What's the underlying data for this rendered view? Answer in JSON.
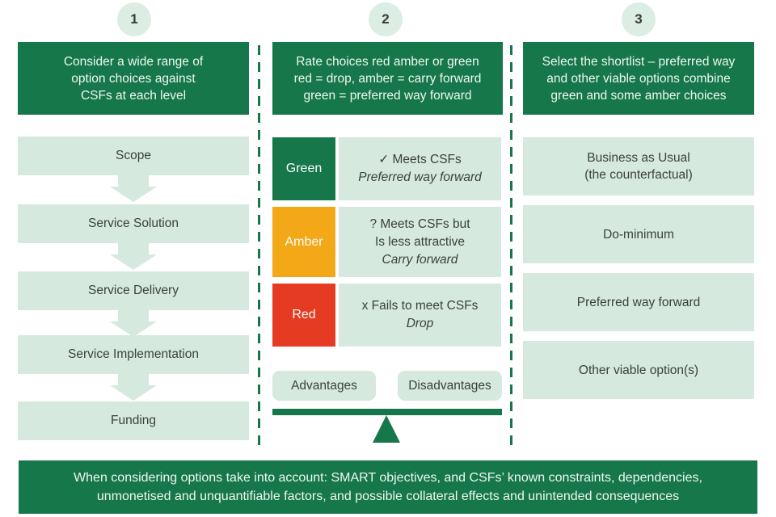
{
  "palette": {
    "dark_green": "#16774a",
    "light_green": "#d5e9de",
    "circle_green": "#dcede4",
    "amber": "#f3a817",
    "red": "#e63b23",
    "text_dark": "#3b403d",
    "text_light": "#eef7f1"
  },
  "steps": [
    {
      "number": "1",
      "header": "Consider a wide range of\noption choices against\nCSFs at each level"
    },
    {
      "number": "2",
      "header": "Rate choices red amber or green\nred = drop, amber = carry forward\ngreen = preferred way forward"
    },
    {
      "number": "3",
      "header": "Select the shortlist – preferred way\nand other viable options combine\ngreen and some amber choices"
    }
  ],
  "column1": {
    "items": [
      "Scope",
      "Service Solution",
      "Service Delivery",
      "Service Implementation",
      "Funding"
    ]
  },
  "column2": {
    "ratings": [
      {
        "label": "Green",
        "line1": "✓ Meets CSFs",
        "italic_line": "Preferred way forward"
      },
      {
        "label": "Amber",
        "line1": "? Meets CSFs but",
        "line2": "Is less attractive",
        "italic_line": "Carry forward"
      },
      {
        "label": "Red",
        "line1": "x Fails to meet CSFs",
        "italic_line": "Drop"
      }
    ],
    "advantages_label": "Advantages",
    "disadvantages_label": "Disadvantages"
  },
  "column3": {
    "items": [
      "Business as Usual\n(the counterfactual)",
      "Do-minimum",
      "Preferred way forward",
      "Other viable option(s)"
    ]
  },
  "footer": "When considering options take into account: SMART objectives, and CSFs’ known constraints, dependencies,\nunmonetised and unquantifiable factors, and possible collateral effects and unintended consequences"
}
